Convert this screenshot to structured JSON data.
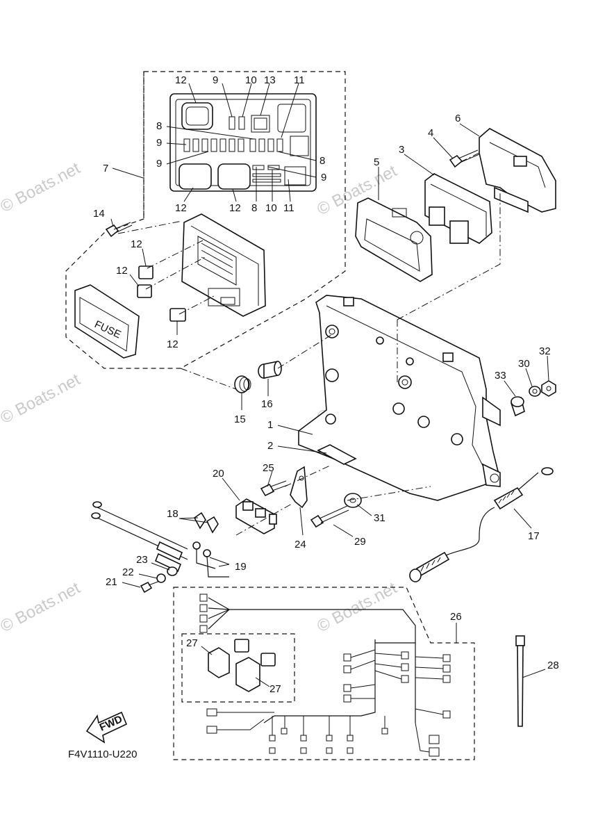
{
  "watermark": {
    "text": "© Boats.net"
  },
  "drawing_code": "F4V1110-U220",
  "fwd_label": "FWD",
  "fuse_label": "FUSE",
  "callouts": [
    {
      "id": "c12a",
      "label": "12"
    },
    {
      "id": "c9a",
      "label": "9"
    },
    {
      "id": "c10a",
      "label": "10"
    },
    {
      "id": "c13",
      "label": "13"
    },
    {
      "id": "c11a",
      "label": "11"
    },
    {
      "id": "c8a",
      "label": "8"
    },
    {
      "id": "c9b",
      "label": "9"
    },
    {
      "id": "c9c",
      "label": "9"
    },
    {
      "id": "c8b",
      "label": "8"
    },
    {
      "id": "c9d",
      "label": "9"
    },
    {
      "id": "c7",
      "label": "7"
    },
    {
      "id": "c12b",
      "label": "12"
    },
    {
      "id": "c12c",
      "label": "12"
    },
    {
      "id": "c8c",
      "label": "8"
    },
    {
      "id": "c10b",
      "label": "10"
    },
    {
      "id": "c11b",
      "label": "11"
    },
    {
      "id": "c14",
      "label": "14"
    },
    {
      "id": "c12d",
      "label": "12"
    },
    {
      "id": "c12e",
      "label": "12"
    },
    {
      "id": "c12f",
      "label": "12"
    },
    {
      "id": "c6",
      "label": "6"
    },
    {
      "id": "c4",
      "label": "4"
    },
    {
      "id": "c3",
      "label": "3"
    },
    {
      "id": "c5",
      "label": "5"
    },
    {
      "id": "c15",
      "label": "15"
    },
    {
      "id": "c16",
      "label": "16"
    },
    {
      "id": "c1",
      "label": "1"
    },
    {
      "id": "c2",
      "label": "2"
    },
    {
      "id": "c32",
      "label": "32"
    },
    {
      "id": "c30",
      "label": "30"
    },
    {
      "id": "c33",
      "label": "33"
    },
    {
      "id": "c25",
      "label": "25"
    },
    {
      "id": "c20",
      "label": "20"
    },
    {
      "id": "c18",
      "label": "18"
    },
    {
      "id": "c31",
      "label": "31"
    },
    {
      "id": "c24",
      "label": "24"
    },
    {
      "id": "c29",
      "label": "29"
    },
    {
      "id": "c17",
      "label": "17"
    },
    {
      "id": "c23",
      "label": "23"
    },
    {
      "id": "c19",
      "label": "19"
    },
    {
      "id": "c22",
      "label": "22"
    },
    {
      "id": "c21",
      "label": "21"
    },
    {
      "id": "c26",
      "label": "26"
    },
    {
      "id": "c27a",
      "label": "27"
    },
    {
      "id": "c27b",
      "label": "27"
    },
    {
      "id": "c28",
      "label": "28"
    }
  ]
}
